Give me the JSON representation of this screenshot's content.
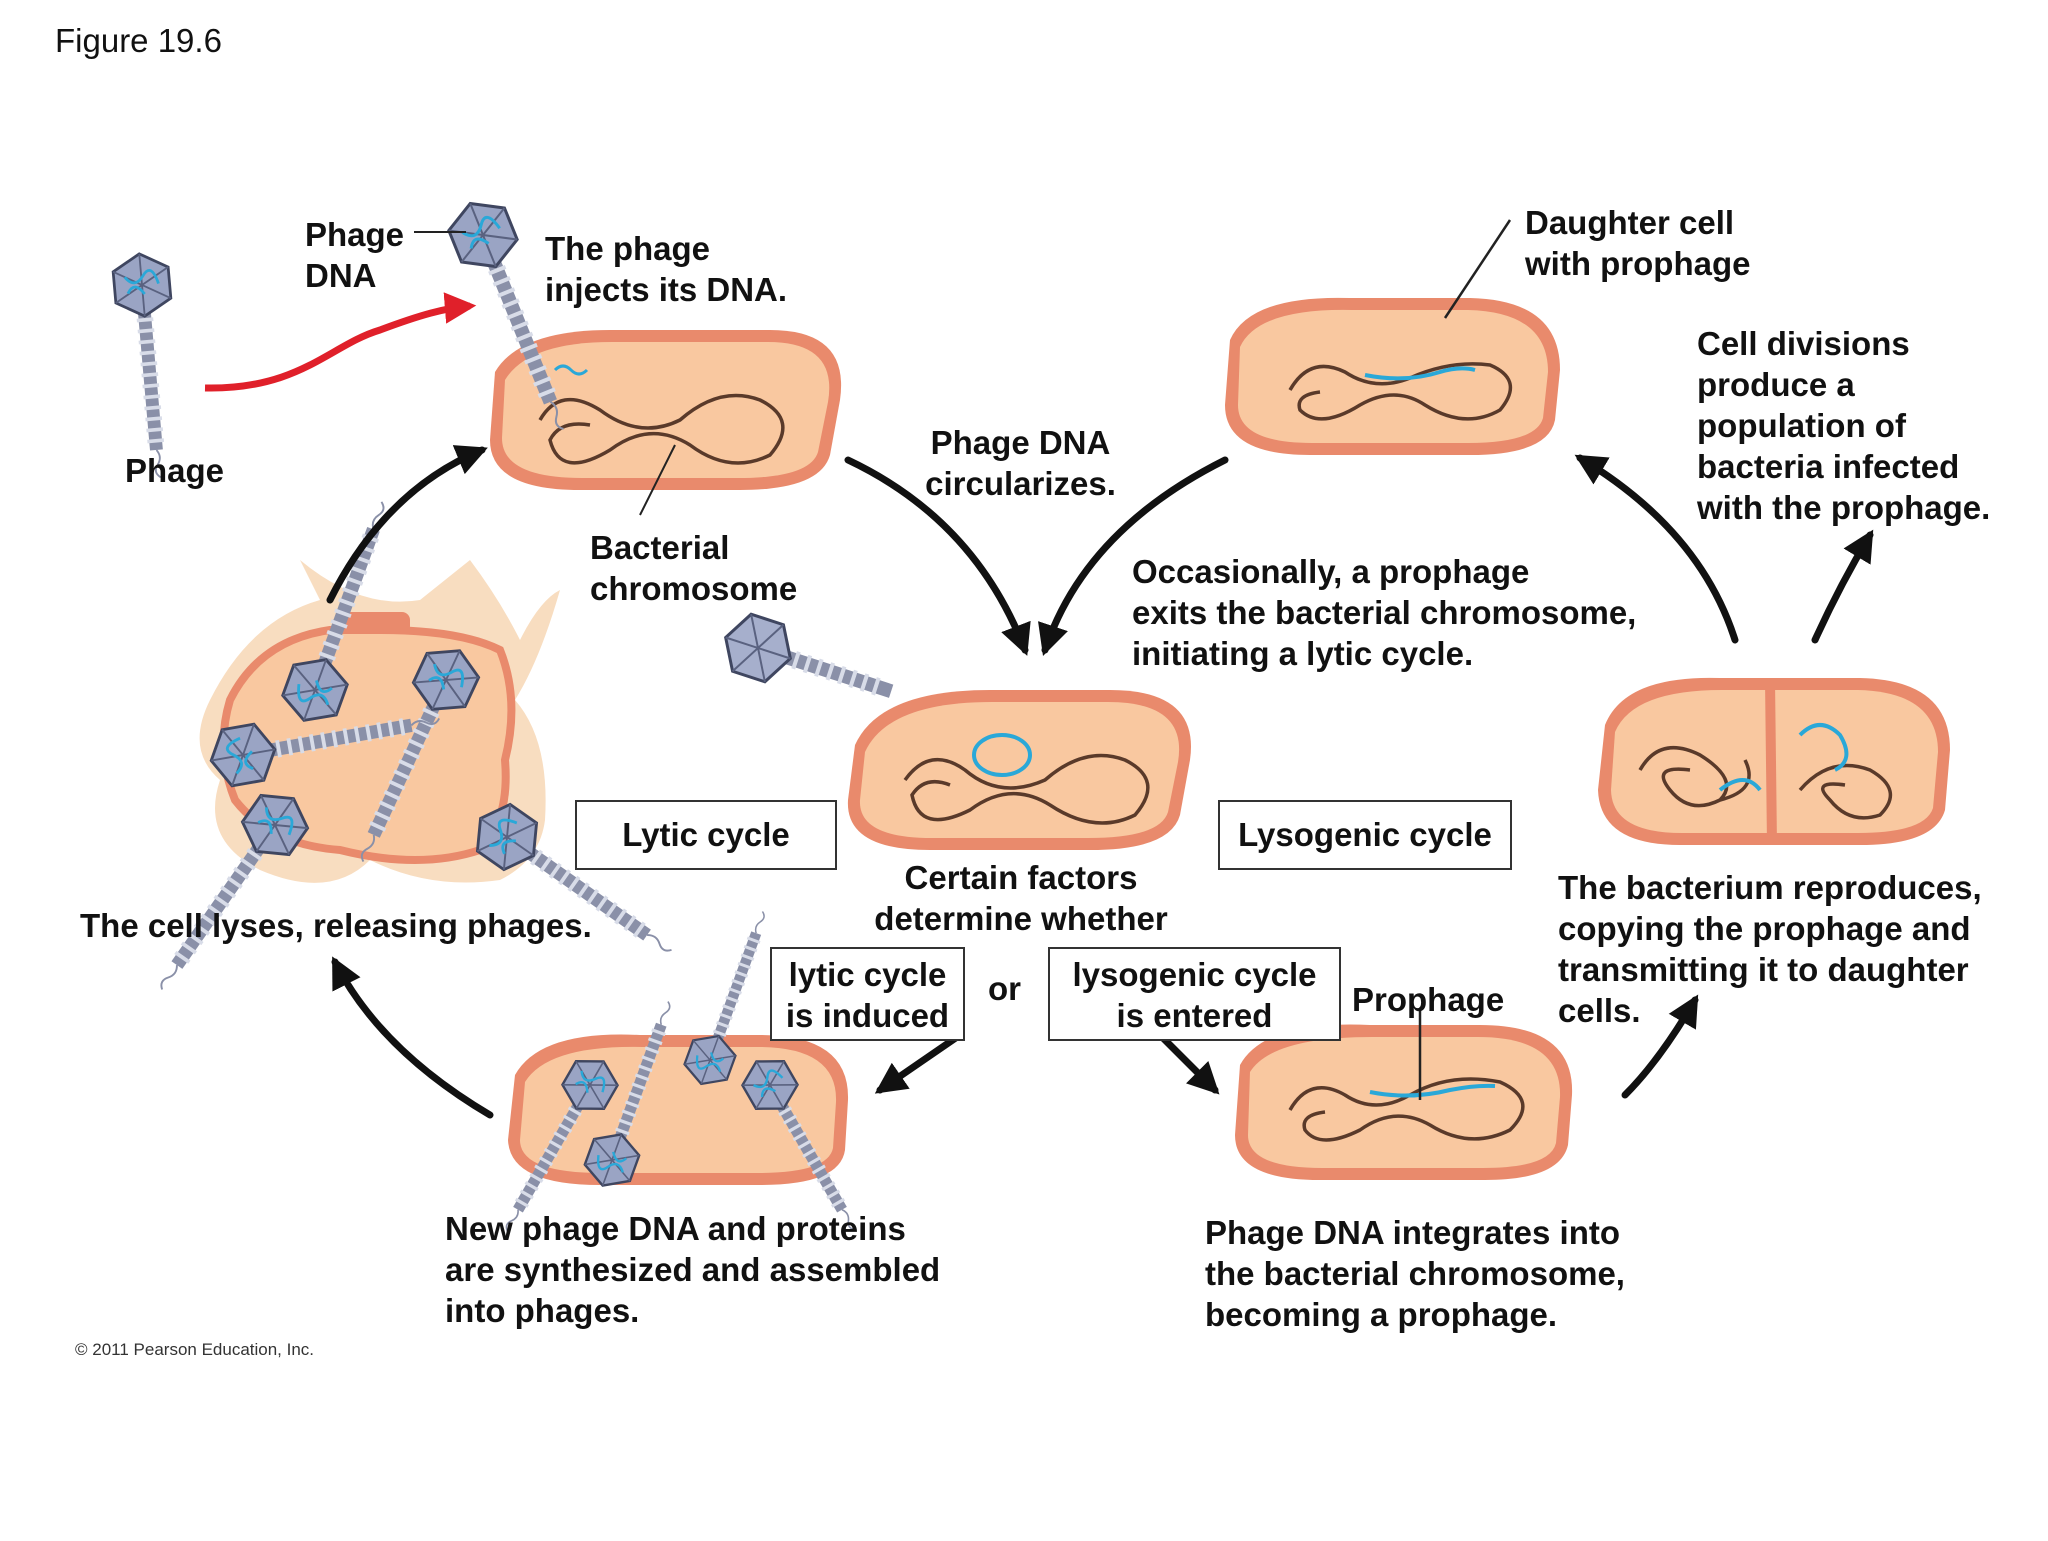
{
  "figure_label": "Figure 19.6",
  "copyright": "© 2011 Pearson Education, Inc.",
  "labels": {
    "phage": "Phage",
    "phage_dna": "Phage\nDNA",
    "inject": "The phage\ninjects its DNA.",
    "bacterial_chromosome": "Bacterial\nchromosome",
    "circularizes": "Phage DNA\ncircularizes.",
    "daughter_cell": "Daughter cell\nwith prophage",
    "cell_divisions": "Cell divisions\nproduce a\npopulation of\nbacteria infected\nwith the prophage.",
    "occasionally": "Occasionally, a prophage\nexits the bacterial chromosome,\ninitiating a lytic cycle.",
    "lyses": "The cell lyses, releasing phages.",
    "lytic_cycle": "Lytic cycle",
    "lysogenic_cycle": "Lysogenic cycle",
    "certain_factors": "Certain factors\ndetermine whether",
    "lytic_induced": "lytic cycle\nis induced",
    "or": "or",
    "lysogenic_entered": "lysogenic cycle\nis entered",
    "prophage": "Prophage",
    "reproduces": "The bacterium reproduces,\ncopying the prophage and\ntransmitting it to daughter\ncells.",
    "new_phage": "New phage DNA and proteins\nare synthesized and assembled\ninto phages.",
    "integrates": "Phage DNA integrates into\nthe bacterial chromosome,\nbecoming a prophage."
  },
  "colors": {
    "membrane": "#e98a6c",
    "cytoplasm": "#f9c8a0",
    "chromosome": "#5a3a2a",
    "phage_dna": "#2aa8d8",
    "phage_head": "#9aa4c4",
    "red_arrow": "#e0202a",
    "arrow": "#111111",
    "lysed_fluid": "#f8ddc0"
  }
}
